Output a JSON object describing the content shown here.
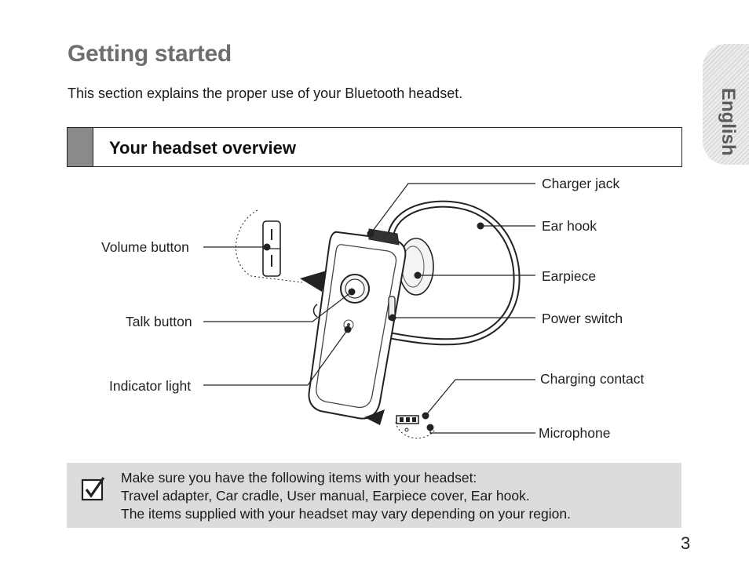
{
  "page": {
    "title": "Getting started",
    "intro": "This section explains the proper use of your Bluetooth headset.",
    "language_tab": "English",
    "page_number": "3"
  },
  "section": {
    "title": "Your headset overview"
  },
  "diagram": {
    "labels": {
      "charger_jack": "Charger jack",
      "ear_hook": "Ear hook",
      "earpiece": "Earpiece",
      "power_switch": "Power switch",
      "charging_contact": "Charging contact",
      "microphone": "Microphone",
      "volume_button": "Volume button",
      "talk_button": "Talk button",
      "indicator_light": "Indicator light"
    }
  },
  "note": {
    "icon": "checkbox-check-icon",
    "lines": [
      "Make sure you have the following items with your headset:",
      "Travel adapter, Car cradle, User manual, Earpiece cover, Ear hook.",
      "The items supplied with your headset may vary depending on your region."
    ]
  }
}
